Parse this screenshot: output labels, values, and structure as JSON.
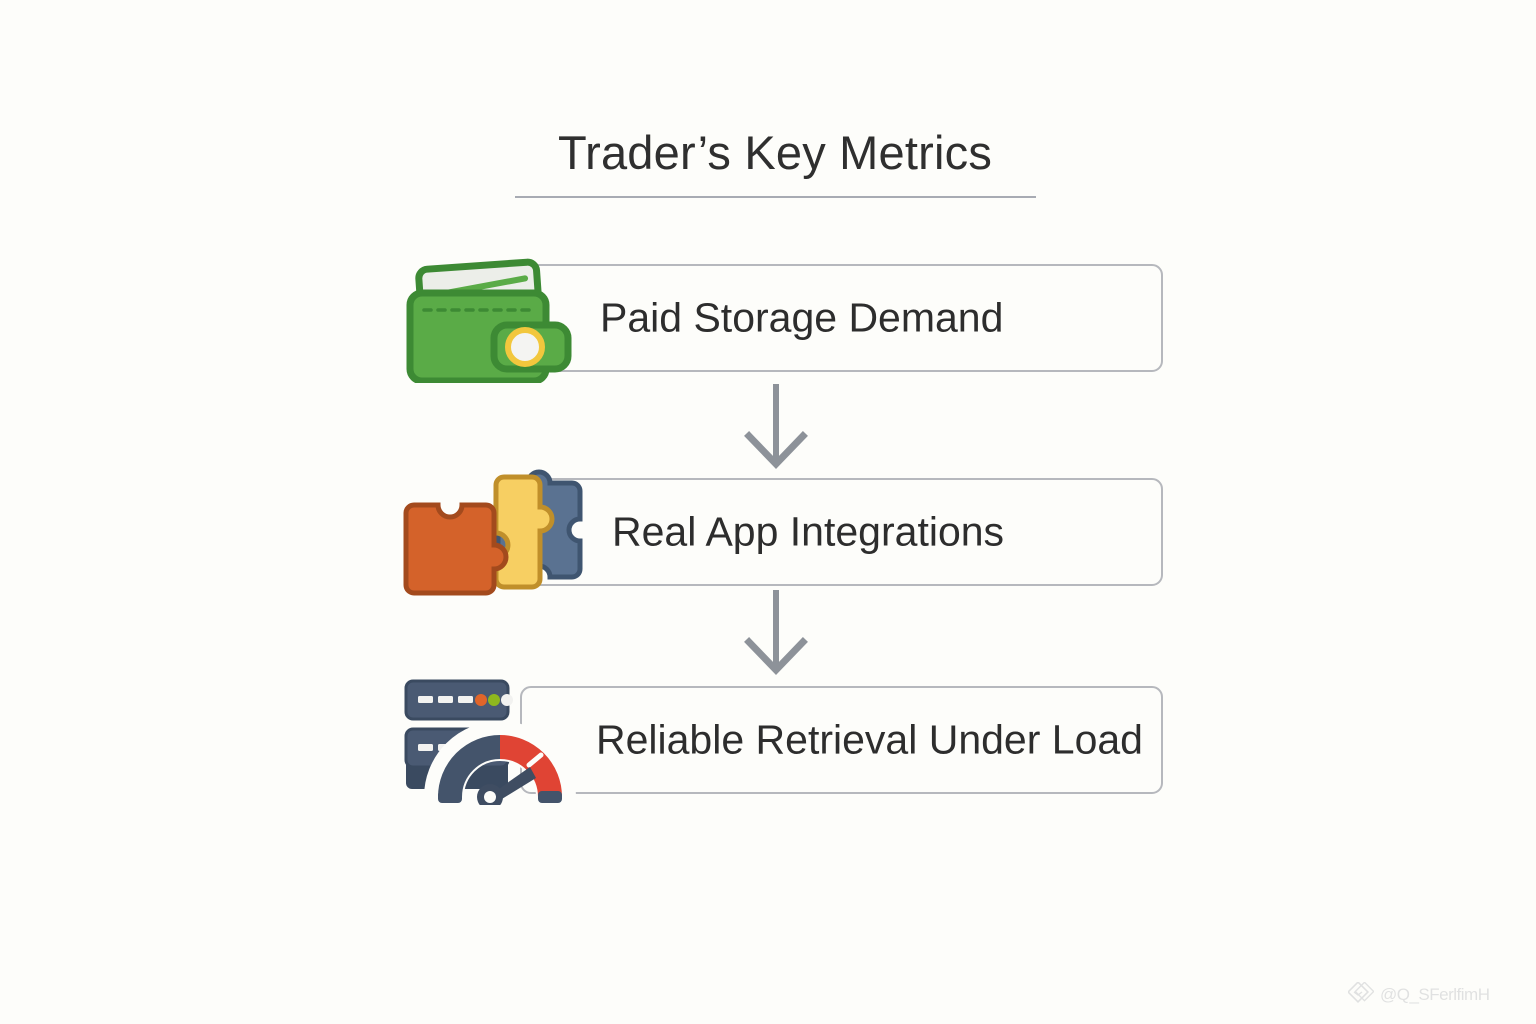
{
  "header": {
    "title": "Trader’s Key Metrics",
    "rule_color": "#a8abb3"
  },
  "flow": {
    "steps": [
      {
        "id": "paid-storage-demand",
        "label": "Paid Storage Demand",
        "icon": "wallet-icon",
        "icon_colors": {
          "body": "#5aab47",
          "outline": "#3d8a34",
          "card": "#eceee9",
          "card_stripe": "#5aab47",
          "clasp_ring": "#f2c73d",
          "clasp_center": "#f4f4f2"
        }
      },
      {
        "id": "real-app-integrations",
        "label": "Real App Integrations",
        "icon": "puzzle-pieces-icon",
        "icon_colors": {
          "orange": "#d4622a",
          "orange_outline": "#a34a1d",
          "yellow": "#f7cf62",
          "yellow_outline": "#c08f2a",
          "blue": "#5a7291",
          "blue_outline": "#3f5570"
        }
      },
      {
        "id": "reliable-retrieval-under-load",
        "label": "Reliable Retrieval Under Load",
        "icon": "server-gauge-icon",
        "icon_colors": {
          "server": "#4a5a73",
          "server_dark": "#3a4a60",
          "server_bar": "#f2f2f0",
          "led_orange": "#e0652a",
          "led_green": "#8fb81e",
          "led_white": "#f2f2f0",
          "gauge_blue": "#44546b",
          "gauge_red": "#e04434",
          "needle": "#3f4d62"
        }
      }
    ],
    "arrows": [
      {
        "id": "arrow-step-1-to-2",
        "direction": "down",
        "color": "#8d9299"
      },
      {
        "id": "arrow-step-2-to-3",
        "direction": "down",
        "color": "#8d9299"
      }
    ],
    "box_border_color": "#b6b8bd"
  },
  "watermark": {
    "text": "@Q_SFerlfimH",
    "logo": "diamond-logo"
  }
}
